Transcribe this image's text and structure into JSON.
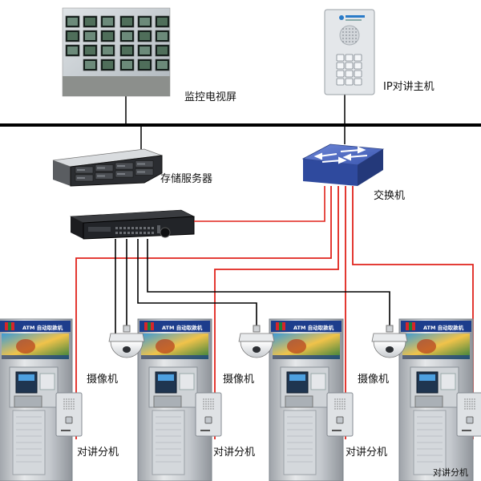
{
  "labels": {
    "monitor_wall": "监控电视屏",
    "ip_intercom_master": "IP对讲主机",
    "storage_server": "存储服务器",
    "network_switch": "交换机",
    "camera": "摄像机",
    "intercom_slave": "对讲分机"
  },
  "atm": {
    "header_text": "ATM 自动取款机"
  },
  "units": [
    {
      "camera_label": "摄像机",
      "intercom_label": "对讲分机"
    },
    {
      "camera_label": "摄像机",
      "intercom_label": "对讲分机"
    },
    {
      "camera_label": "摄像机",
      "intercom_label": "对讲分机"
    },
    {
      "intercom_label": "对讲分机"
    }
  ],
  "colors": {
    "network_cable": "#e0231c",
    "video_cable": "#000000",
    "backbone": "#000000",
    "switch_body": "#3a56b0",
    "atm_header": "#1d3d8c",
    "atm_body": "#c9cdd2"
  }
}
